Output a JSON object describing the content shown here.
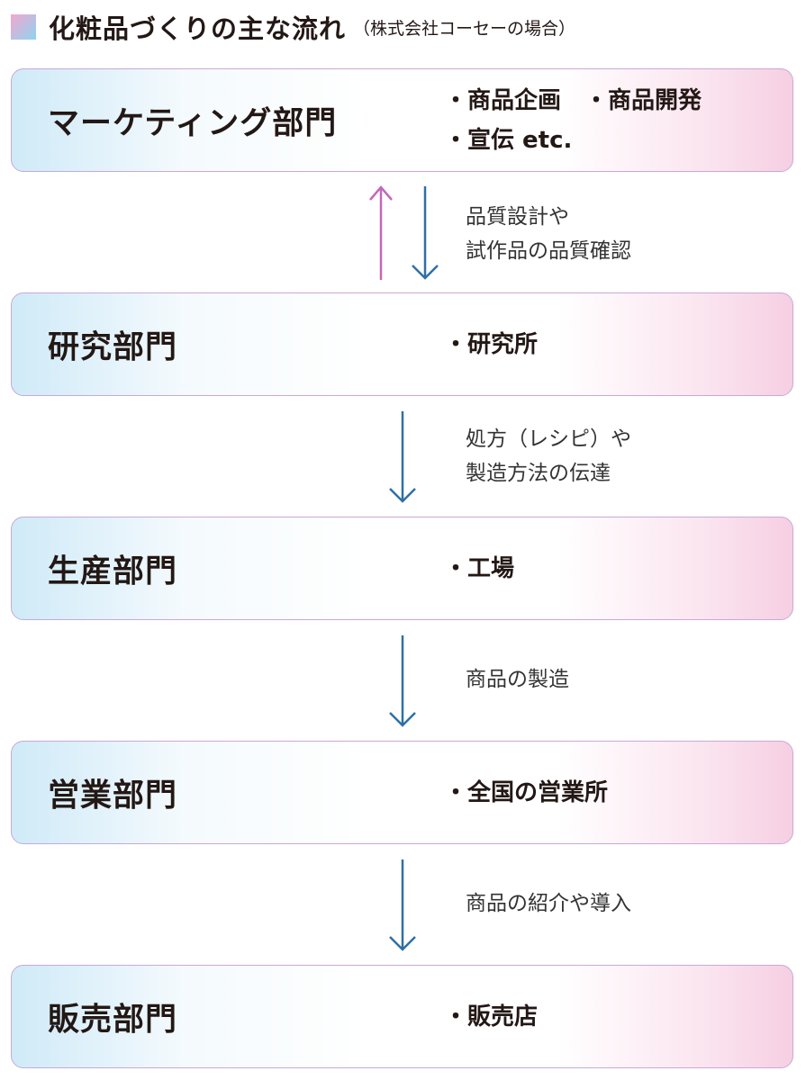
{
  "header": {
    "title": "化粧品づくりの主な流れ",
    "subtitle": "（株式会社コーセーの場合）"
  },
  "departments": [
    {
      "name": "マーケティング部門",
      "details": [
        "・商品企画　・商品開発",
        "・宣伝 etc."
      ]
    },
    {
      "name": "研究部門",
      "details": [
        "・研究所"
      ]
    },
    {
      "name": "生産部門",
      "details": [
        "・工場"
      ]
    },
    {
      "name": "営業部門",
      "details": [
        "・全国の営業所"
      ]
    },
    {
      "name": "販売部門",
      "details": [
        "・販売店"
      ]
    }
  ],
  "flows": [
    {
      "lines": [
        "品質設計や",
        "試作品の品質確認"
      ],
      "bidirectional": true
    },
    {
      "lines": [
        "処方（レシピ）や",
        "製造方法の伝達"
      ]
    },
    {
      "lines": [
        "商品の製造"
      ]
    },
    {
      "lines": [
        "商品の紹介や導入"
      ]
    }
  ],
  "colors": {
    "down_arrow": "#2e6fa7",
    "up_arrow": "#c468b8"
  }
}
